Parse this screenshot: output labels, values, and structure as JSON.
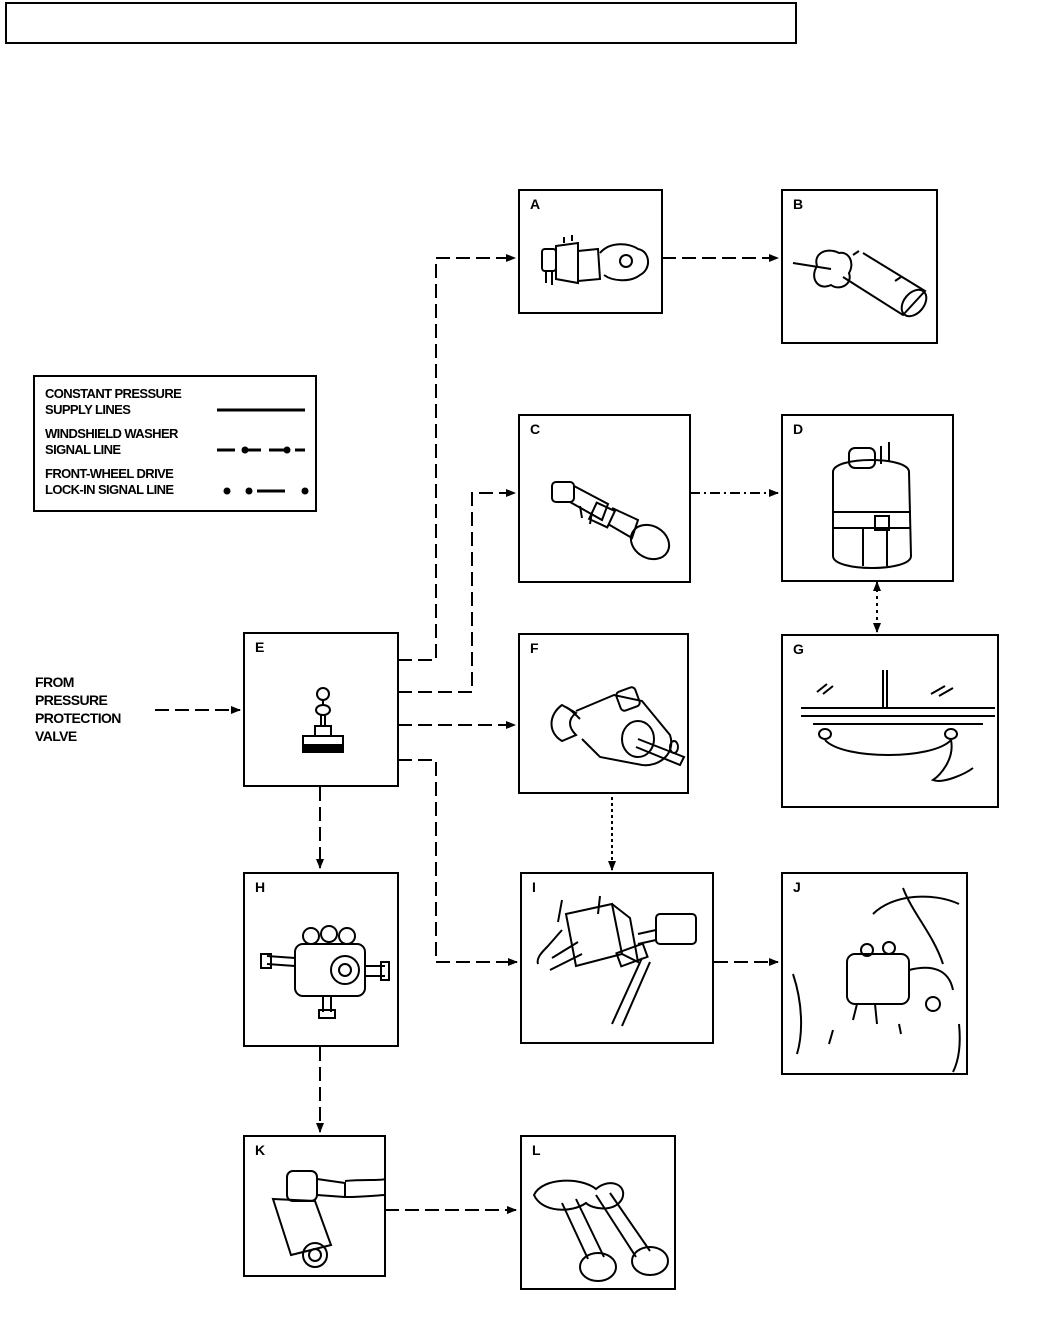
{
  "diagram": {
    "components": [
      {
        "letter": "A",
        "picture": "air-valve"
      },
      {
        "letter": "B",
        "picture": "air-cylinder"
      },
      {
        "letter": "C",
        "picture": "wiper-control-valve"
      },
      {
        "letter": "D",
        "picture": "washer-reservoir"
      },
      {
        "letter": "E",
        "picture": "control-valve-knob"
      },
      {
        "letter": "F",
        "picture": "shift-valve"
      },
      {
        "letter": "G",
        "picture": "windshield-nozzles"
      },
      {
        "letter": "H",
        "picture": "valve-assembly"
      },
      {
        "letter": "I",
        "picture": "shift-lever-valve"
      },
      {
        "letter": "J",
        "picture": "axle-actuator"
      },
      {
        "letter": "K",
        "picture": "horn-valve"
      },
      {
        "letter": "L",
        "picture": "air-horns"
      }
    ],
    "legend": {
      "items": [
        {
          "lines": [
            "CONSTANT PRESSURE",
            "SUPPLY LINES"
          ],
          "style": "solid"
        },
        {
          "lines": [
            "WINDSHIELD WASHER",
            "SIGNAL LINE"
          ],
          "style": "dot-dash"
        },
        {
          "lines": [
            "FRONT-WHEEL DRIVE",
            "LOCK-IN SIGNAL LINE"
          ],
          "style": "dot-dot-dash"
        }
      ]
    },
    "source": {
      "lines": [
        "FROM",
        "PRESSURE",
        "PROTECTION",
        "VALVE"
      ]
    }
  },
  "colors": {
    "ink": "#000000",
    "paper": "#ffffff"
  }
}
